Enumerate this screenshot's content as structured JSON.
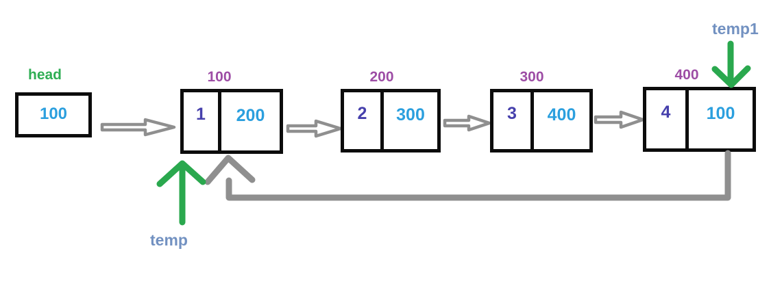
{
  "colors": {
    "bg": "#ffffff",
    "black": "#0c0c0c",
    "green": "#2fae54",
    "arrow-green": "#2aa84e",
    "purple": "#9d4da5",
    "navy": "#4640ac",
    "cyan": "#2b9fde",
    "steel": "#7291c1",
    "gray": "#8f8f8f"
  },
  "head": {
    "label": "head",
    "value": "100"
  },
  "nodes": [
    {
      "address": "100",
      "data": "1",
      "next": "200"
    },
    {
      "address": "200",
      "data": "2",
      "next": "300"
    },
    {
      "address": "300",
      "data": "3",
      "next": "400"
    },
    {
      "address": "400",
      "data": "4",
      "next": "100"
    }
  ],
  "pointers": {
    "temp": "temp",
    "temp1": "temp1"
  }
}
